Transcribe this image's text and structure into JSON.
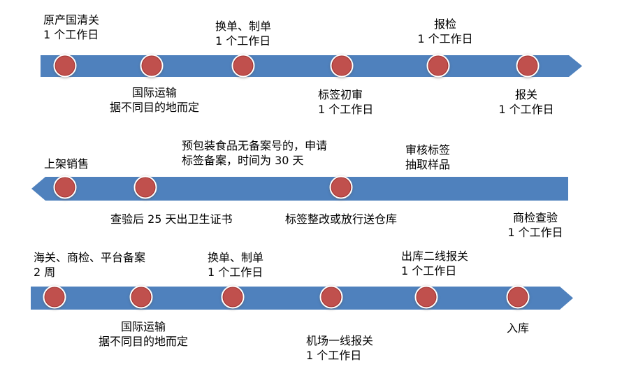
{
  "colors": {
    "bar_blue": "#4f81bd",
    "dot_red": "#c0504d",
    "dot_ring": "#ffffff",
    "text": "#000000"
  },
  "rows": [
    {
      "direction": "right",
      "above": [
        {
          "line1": "原产国清关",
          "line2": "1 个工作日"
        },
        {
          "line1": "换单、制单",
          "line2": "1 个工作日"
        },
        {
          "line1": "报检",
          "line2": "1 个工作日"
        }
      ],
      "below": [
        {
          "line1": "国际运输",
          "line2": "据不同目的地而定"
        },
        {
          "line1": "标签初审",
          "line2": "1 个工作日"
        },
        {
          "line1": "报关",
          "line2": "1 个工作日"
        }
      ]
    },
    {
      "direction": "left",
      "above": [
        {
          "line1": "上架销售"
        },
        {
          "line1": "预包装食品无备案号的，申请",
          "line2": "标签备案，时间为 30 天"
        },
        {
          "line1": "审核标签",
          "line2": "抽取样品"
        }
      ],
      "below": [
        {
          "line1": "查验后 25 天出卫生证书"
        },
        {
          "line1": "标签整改或放行送仓库"
        },
        {
          "line1": "商检查验",
          "line2": "1 个工作日"
        }
      ]
    },
    {
      "direction": "right",
      "above": [
        {
          "line1": "海关、商检、平台备案",
          "line2": "2 周"
        },
        {
          "line1": "换单、制单",
          "line2": "1 个工作日"
        },
        {
          "line1": "出库二线报关",
          "line2": "1 个工作日"
        }
      ],
      "below": [
        {
          "line1": "国际运输",
          "line2": "据不同目的地而定"
        },
        {
          "line1": "机场一线报关",
          "line2": "1 个工作日"
        },
        {
          "line1": "入库"
        }
      ]
    }
  ]
}
